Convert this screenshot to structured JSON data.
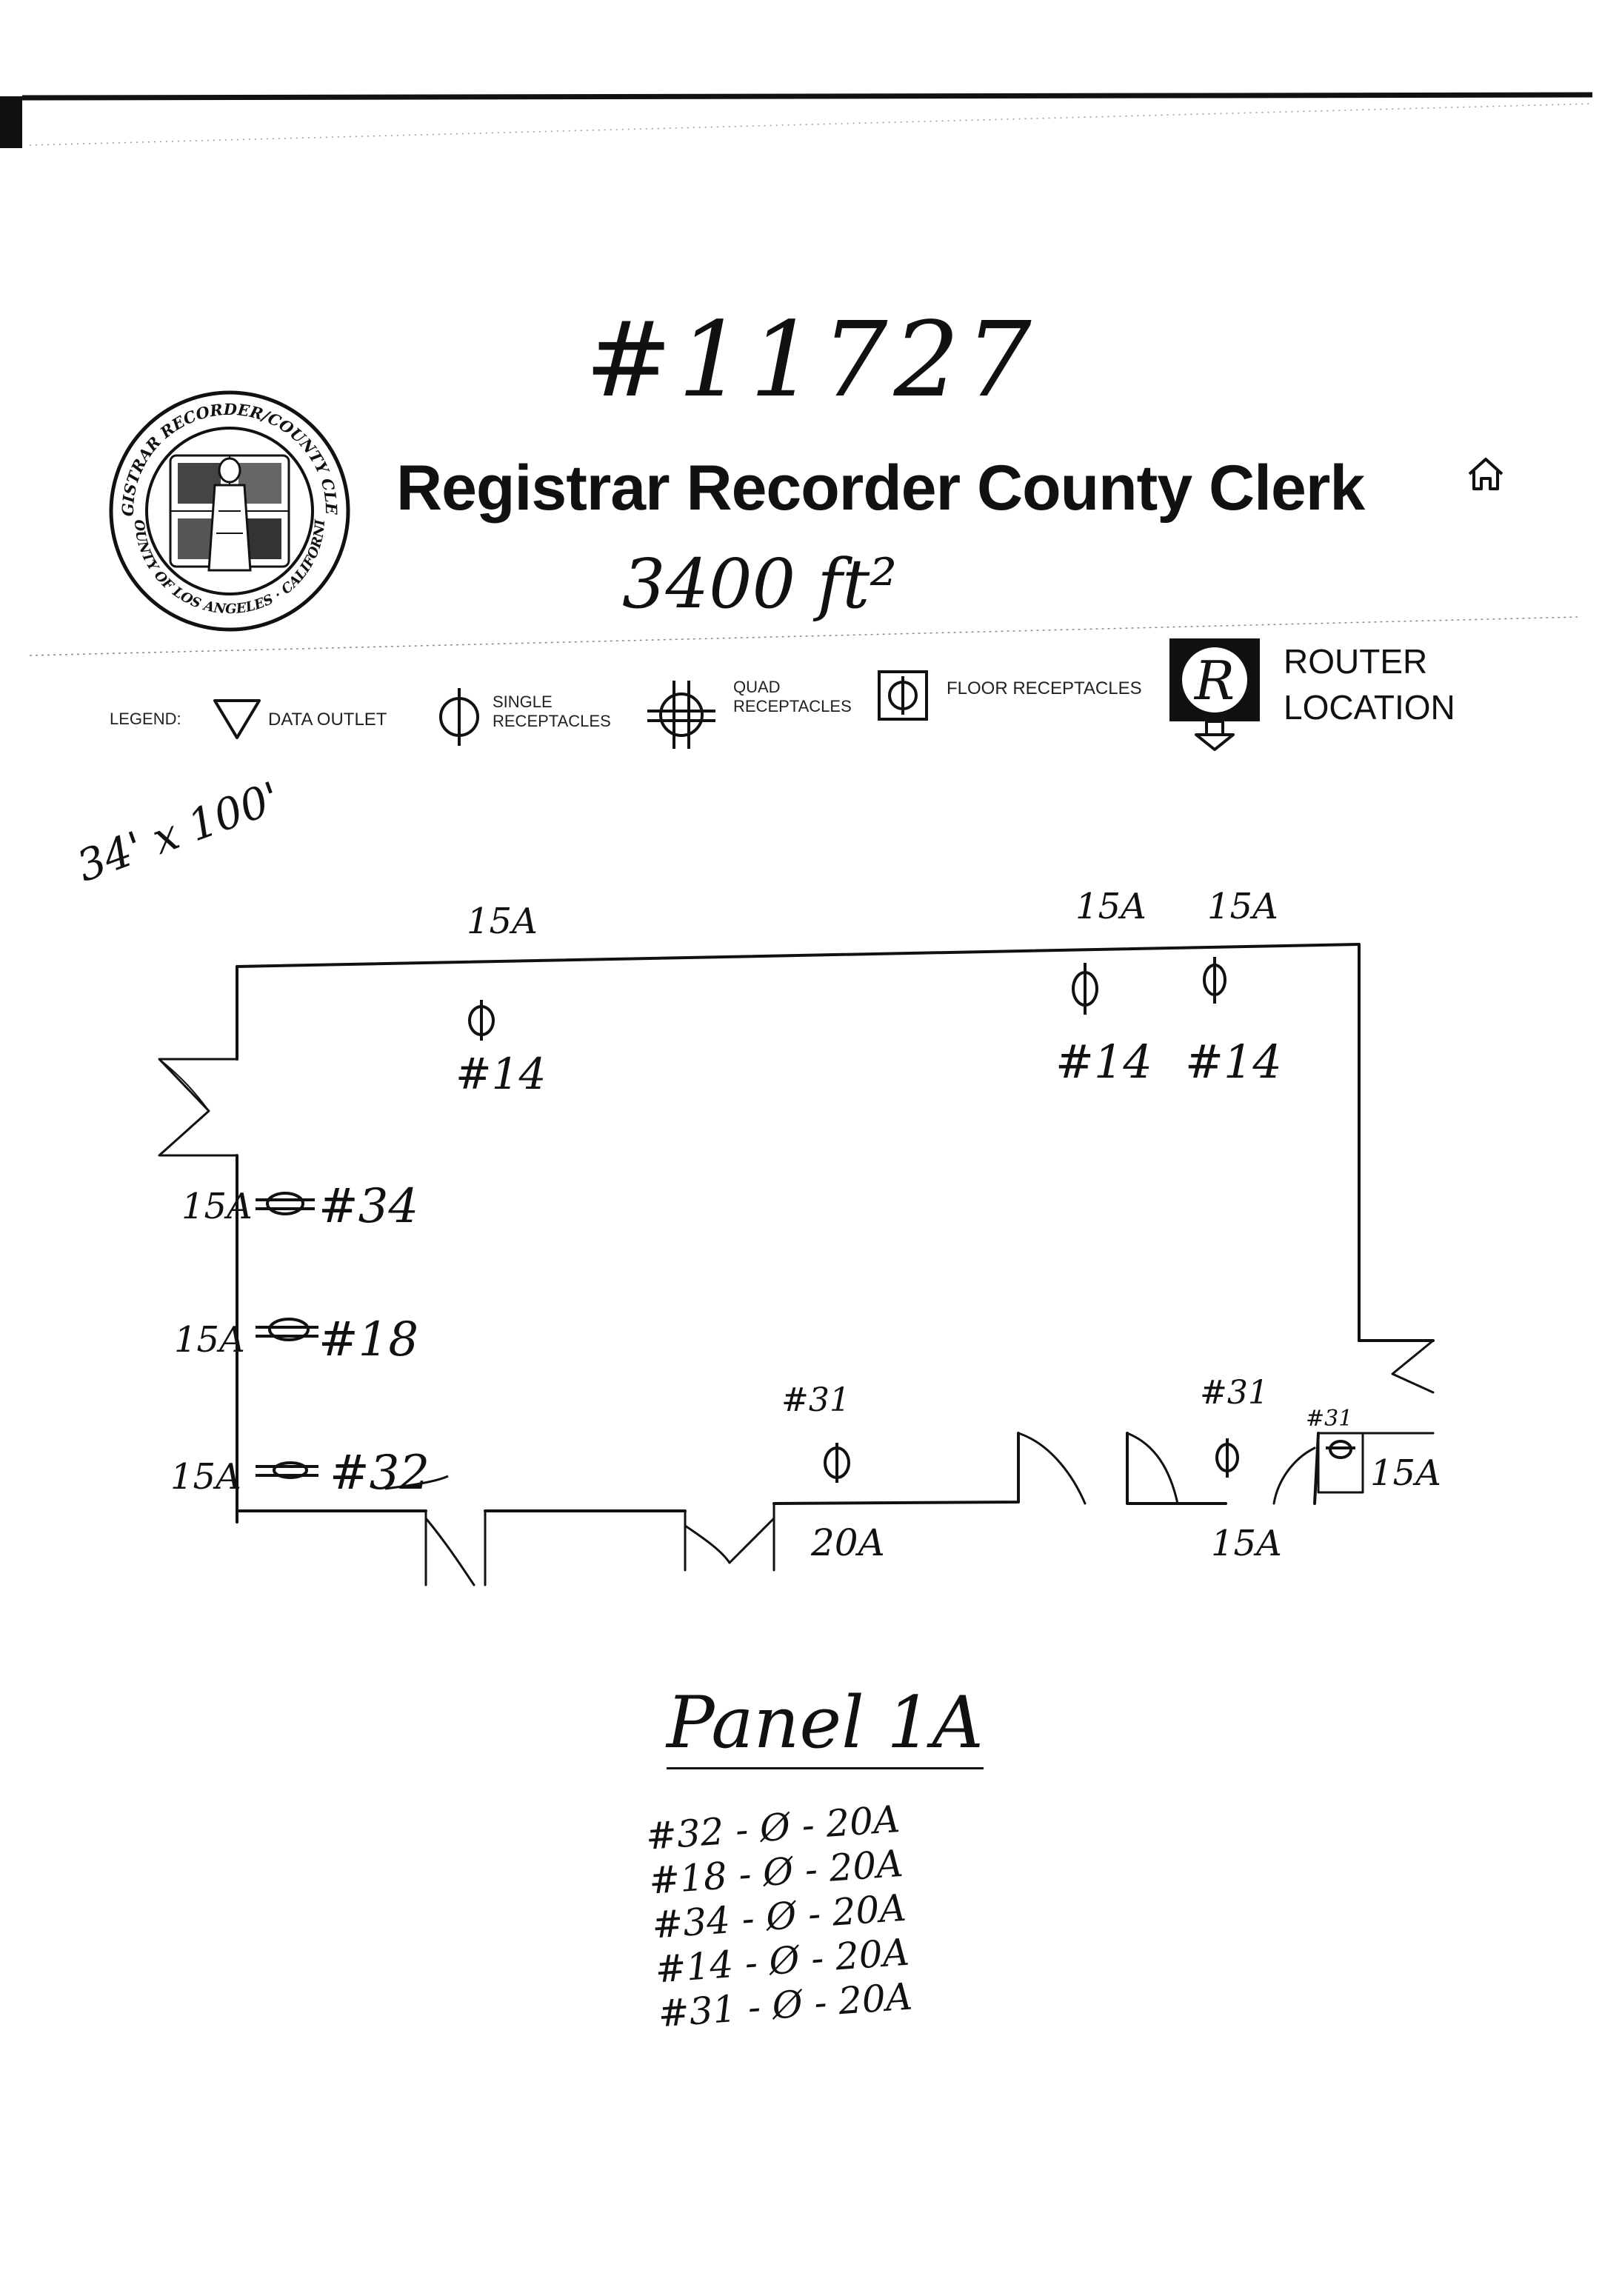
{
  "header": {
    "ref_number": "#11727",
    "title": "Registrar Recorder County Clerk",
    "area": "3400 ft²",
    "home_icon": "home-icon",
    "seal_icon": "county-seal-icon",
    "seal_text_top": "REGISTRAR RECORDER/COUNTY CLERK",
    "seal_text_bottom": "COUNTY OF LOS ANGELES · CALIFORNIA"
  },
  "legend": {
    "label": "LEGEND:",
    "data_outlet": "DATA OUTLET",
    "single_receptacles": [
      "SINGLE",
      "RECEPTACLES"
    ],
    "quad_receptacles": [
      "QUAD",
      "RECEPTACLES"
    ],
    "floor_receptacles": "FLOOR RECEPTACLES",
    "router_symbol": "R",
    "router_location": [
      "ROUTER",
      "LOCATION"
    ]
  },
  "floorplan": {
    "dimensions": "34' x 100'",
    "top_receptacles": [
      {
        "amp": "15A",
        "circuit": "#14"
      },
      {
        "amp": "15A",
        "circuit": "#14"
      },
      {
        "amp": "15A",
        "circuit": "#14"
      }
    ],
    "left_receptacles": [
      {
        "amp": "15A",
        "circuit": "#34"
      },
      {
        "amp": "15A",
        "circuit": "#18"
      },
      {
        "amp": "15A",
        "circuit": "#32"
      }
    ],
    "bottom_receptacles": [
      {
        "circuit": "#31",
        "amp": "20A"
      },
      {
        "circuit": "#31",
        "amp": "15A"
      },
      {
        "circuit": "#31",
        "amp": "15A"
      }
    ]
  },
  "panel": {
    "title": "Panel 1A",
    "circuits": [
      "#32 - Ø - 20A",
      "#18 - Ø - 20A",
      "#34 - Ø - 20A",
      "#14 - Ø - 20A",
      "#31 - Ø - 20A"
    ]
  }
}
